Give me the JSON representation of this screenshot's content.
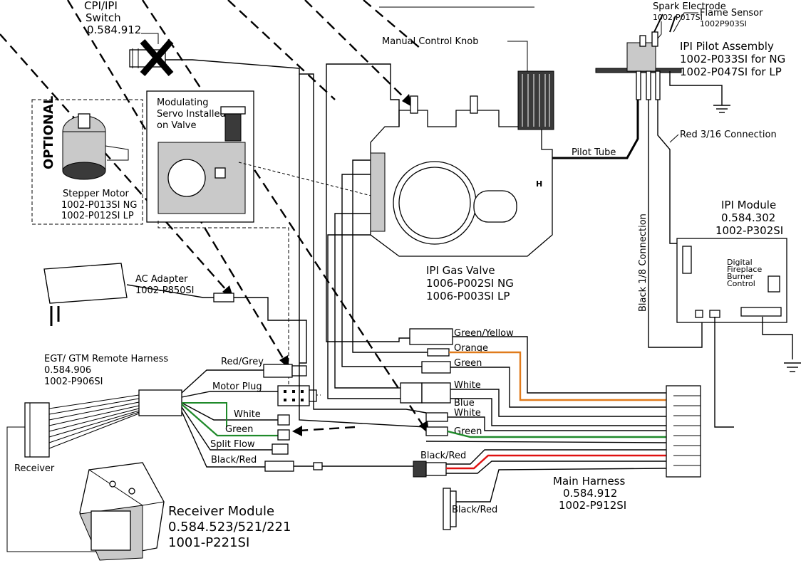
{
  "colors": {
    "orange_wire": "#e07b1c",
    "green_wire": "#1f8a2a",
    "red_wire": "#e01010",
    "black_wire": "#000000"
  },
  "labels": {
    "cpi_switch": [
      "CPI/IPI",
      "Switch",
      "0.584.912"
    ],
    "manual_knob": "Manual Control Knob",
    "spark_electrode": [
      "Spark Electrode",
      "1002-P017SI"
    ],
    "flame_sensor": [
      "Flame Sensor",
      "1002P903SI"
    ],
    "pilot_assembly": [
      "IPI Pilot Assembly",
      "1002-P033SI for NG",
      "1002-P047SI for LP"
    ],
    "red_connection": "Red 3/16 Connection",
    "pilot_tube": "Pilot Tube",
    "optional": "OPTIONAL",
    "stepper_motor": [
      "Stepper Motor",
      "1002-P013SI NG",
      "1002-P012SI LP"
    ],
    "servo": [
      "Modulating",
      "Servo Installed",
      "on Valve"
    ],
    "gas_valve": [
      "IPI Gas Valve",
      "1006-P002SI NG",
      "1006-P003SI LP"
    ],
    "valve_mark": "H",
    "ipi_module": [
      "IPI Module",
      "0.584.302",
      "1002-P302SI"
    ],
    "module_face": [
      "Digital",
      "Fireplace",
      "Burner",
      "Control"
    ],
    "black_connection": "Black 1/8 Connection",
    "ac_adapter": [
      "AC Adapter",
      "1002-P850SI"
    ],
    "egt_harness": [
      "EGT/ GTM Remote Harness",
      "0.584.906",
      "1002-P906SI"
    ],
    "receiver": "Receiver",
    "receiver_module": [
      "Receiver Module",
      "0.584.523/521/221",
      "1001-P221SI"
    ],
    "main_harness": [
      "Main Harness",
      "0.584.912",
      "1002-P912SI"
    ],
    "wire_labels": {
      "red_grey": "Red/Grey",
      "motor_plug": "Motor Plug",
      "white_left": "White",
      "green_left": "Green",
      "split_flow": "Split Flow",
      "black_red_left": "Black/Red",
      "green_yellow": "Green/Yellow",
      "orange": "Orange",
      "green_mid": "Green",
      "white_mid": "White",
      "blue": "Blue",
      "white_mid2": "White",
      "green_mid2": "Green",
      "black_red_mid": "Black/Red",
      "black_red_bottom": "Black/Red"
    }
  }
}
